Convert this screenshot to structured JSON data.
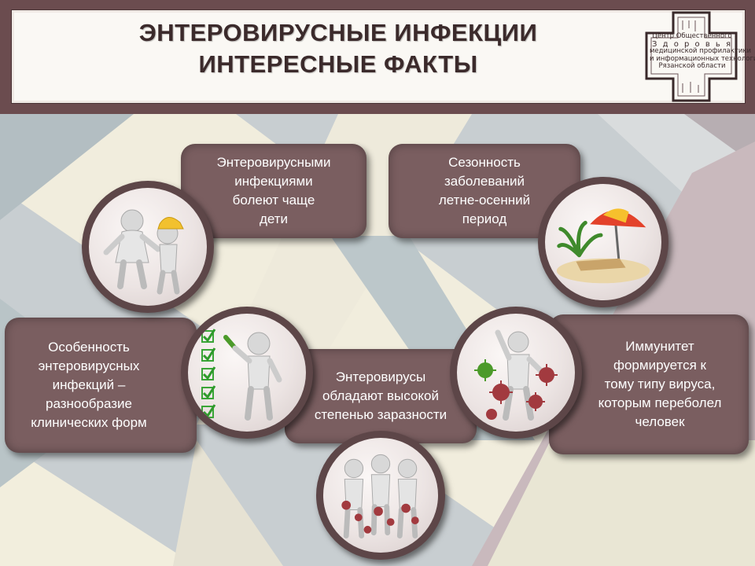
{
  "header": {
    "title_line1": "ЭНТЕРОВИРУСНЫЕ ИНФЕКЦИИ",
    "title_line2": "ИНТЕРЕСНЫЕ ФАКТЫ"
  },
  "logo": {
    "line1": "Центр Общественного",
    "line2": "З д о р о в ь я",
    "line3": "медицинской профилактики",
    "line4": "и информационных технологий",
    "line5": "Рязанской области"
  },
  "cards": {
    "children": [
      "Энтеровирусными",
      "инфекциями",
      "болеют чаще",
      "дети"
    ],
    "season": [
      "Сезонность",
      "заболеваний",
      "летне-осенний",
      "период"
    ],
    "clinical": [
      "Особенность",
      "энтеровирусных",
      "инфекций  –",
      "разнообразие",
      "клинических  форм"
    ],
    "contagious": [
      "Энтеровирусы",
      "обладают высокой",
      "степенью заразности"
    ],
    "immunity": [
      "Иммунитет",
      "формируется  к",
      "тому типу вируса,",
      "которым переболел",
      "человек"
    ]
  },
  "icons": {
    "children": "children-figures-icon",
    "season": "beach-umbrella-icon",
    "clinical": "checklist-figure-icon",
    "immunity": "virus-figure-icon",
    "contagious": "infected-group-icon"
  },
  "colors": {
    "header_frame": "#6b4c4f",
    "card": "#7a5e60",
    "circle_ring": "#5d4648",
    "virus": "#a23a3f",
    "virus_green": "#4c9a2a",
    "check": "#3aa537"
  }
}
